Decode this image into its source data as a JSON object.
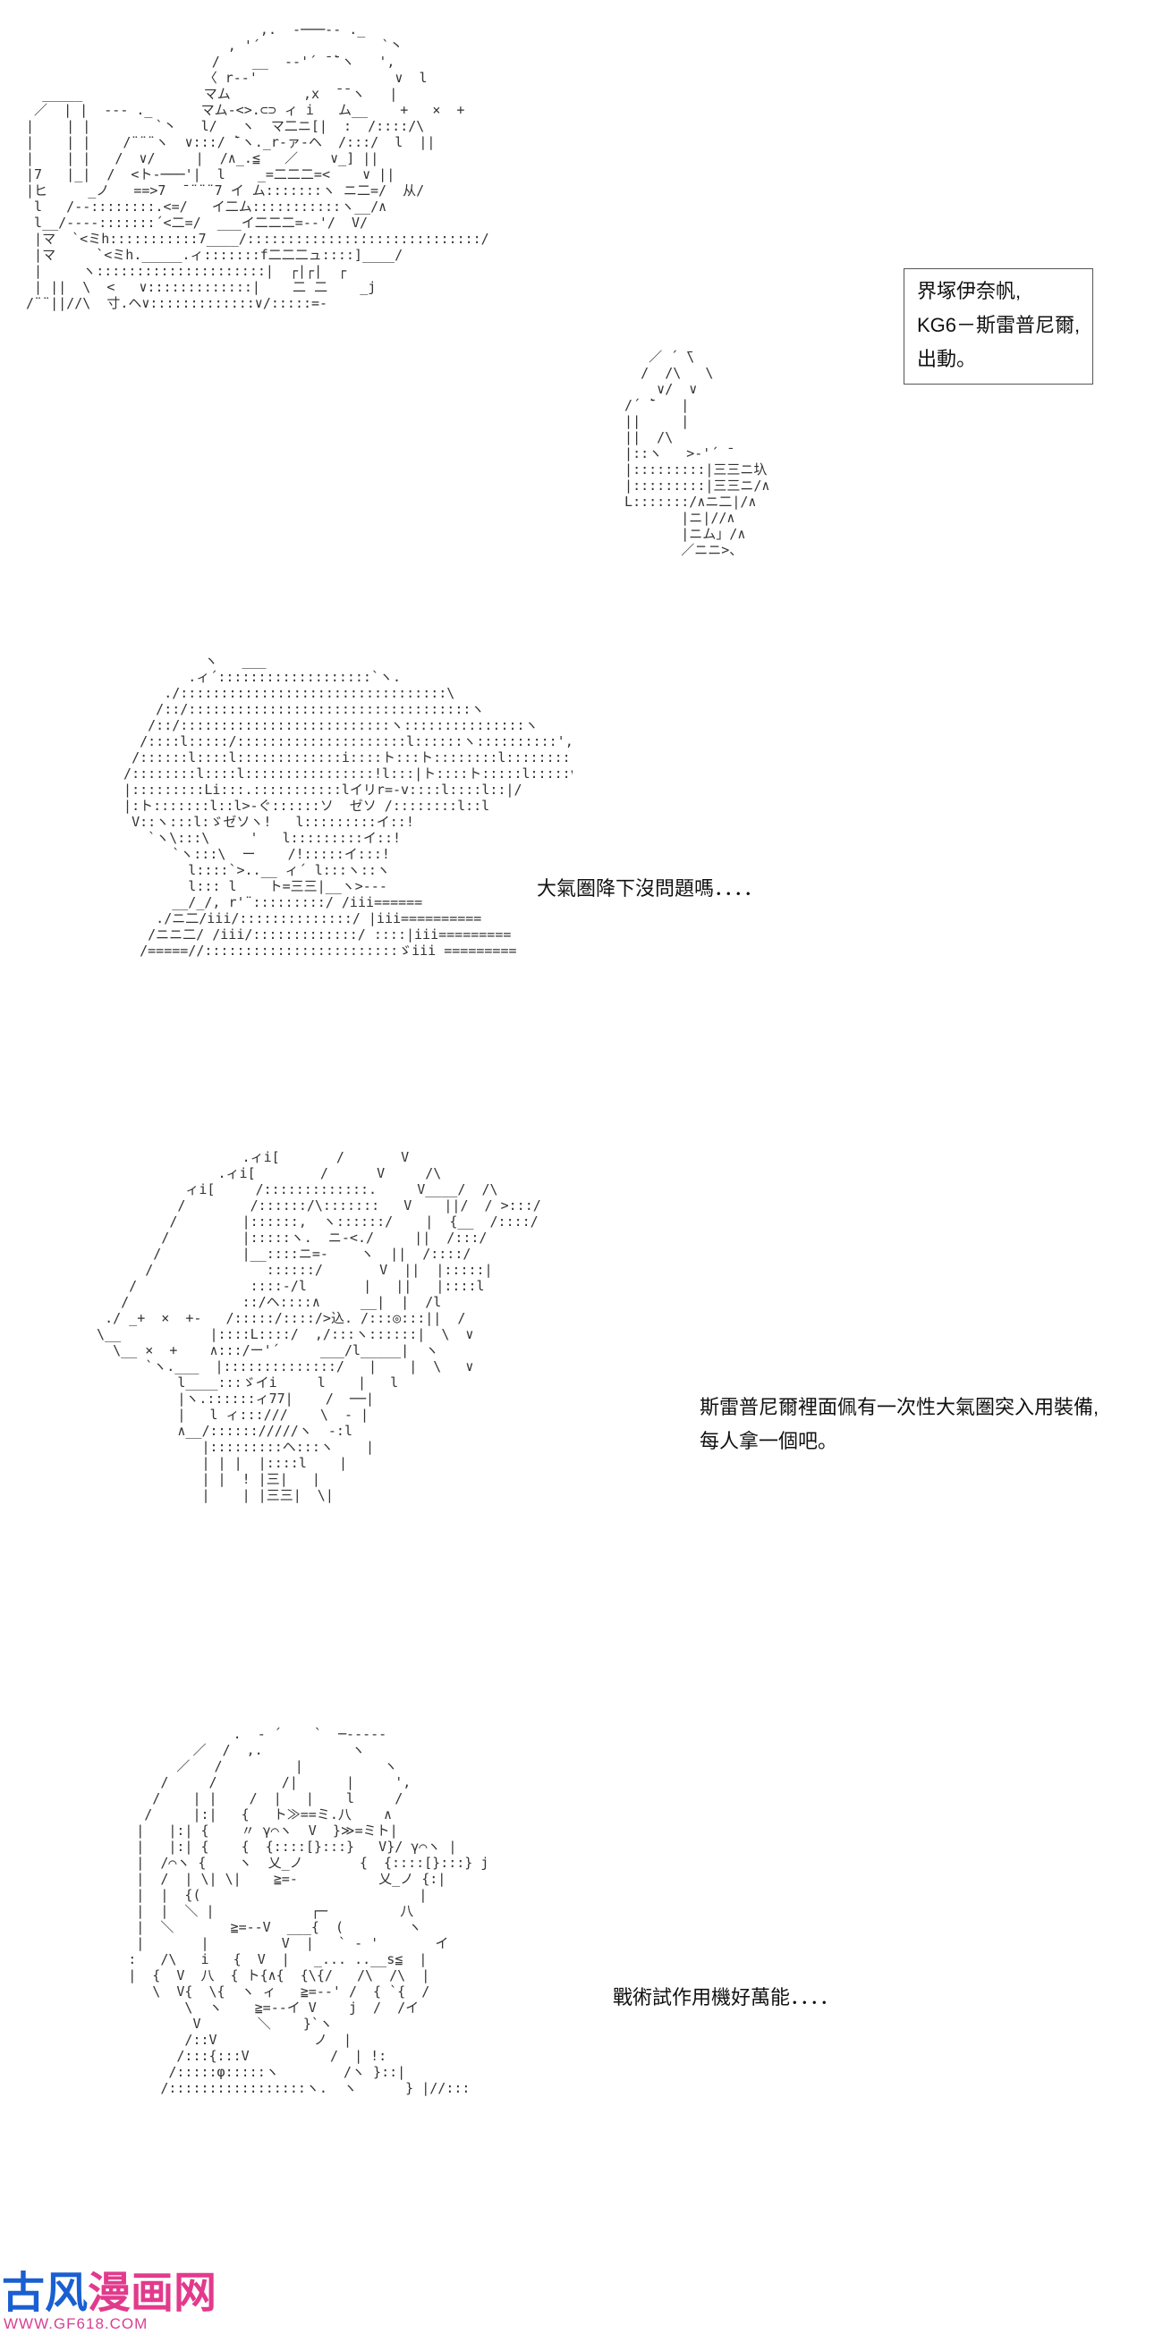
{
  "panels": [
    {
      "caption_lines": [
        "界塚伊奈帆,",
        "KG6－斯雷普尼爾,",
        "出動。"
      ],
      "art": "                              ,.  -───‐- ._\n                          , '´               `丶\n                        /    __  -‐'´ ̄ ̄`ヽ   ',\n                       〈 r-‐'                 ∨  l\n   _____               マム         ,x  ̄ ̄ ヽ   |\n  ／  | |  ‐‐- ._      マム-<>.⊂⊃ ィ i   ム__    +   ×  +\n |    | |        `丶   l/   ヽ  マ二ニ[|  :  /::::/\\\n |    | |    /¨¨¨ヽ  ∨:::/ ̄`ヽ._r‐ァ-ヘ  /:::/  l  ||\n |    | |   /  ∨/     |  /∧_.≦   ／    ∨_] ||\n |7   |_|  /  <ト-───'|  l    _=二二二=<    ∨ ||\n |ヒ     _ノ   ==>7  ̄ ¨¨¨7 イ ム:::::::ヽ ニ二=/  从/\n  l   /‐‐::::::::.<=/   イ二ム:::::::::::ヽ__/∧\n  l__/‐‐--:::::::´<二=/  ___イ二二二=-‐'/  V/\n  |マ  `<ミh:::::::::::7____/:::::::::::::::::::::::::::::/\n  |マ     `<ミh._____.ィ:::::::f二二二ュ::::]____/\n  |     ヽ:::::::::::::::::::::|  ┌|┌|  ┌\n  | ||  \\  <   ∨:::::::::::::|    二 二    _j\n /¨¨||//\\  寸.ヘ∨:::::::::::::∨/:::::=‐",
      "art_right": "     ／ ´ ̄\\\n    /  /\\   \\\n      ∨/  ∨\n  /´ ̄`   |\n  ||     |\n  ||  /\\\n  |::ヽ   >‐'´ ̄\n  |:::::::::|三三ニ圦\n  |:::::::::|三三ニ/∧\n  L:::::::/∧ニ二|/∧\n         |ニ|//∧\n         |ニム」/∧\n         ／ニニ>、"
    },
    {
      "caption": "大氣圏降下沒問題嗎．．．．",
      "art": "            ヽ   ___\n          .ィ´:::::::::::::::::::`ヽ.\n       ./:::::::::::::::::::::::::::::::::\\\n      /::/:::::::::::::::::::::::::::::::::::ヽ\n     /::/::::::::::::::::::::::::::ヽ:::::::::::::::ヽ\n    /::::l:::::/:::::::::::::::::::::l::::::ヽ::::::::::',\n   /::::::l::::l:::::::::::::i::::ト:::ト::::::::l::::::::::!\n  /::::::::l::::l::::::::::::::::!l:::|ト::::ト:::::l:::::v::::l\n  |:::::::::Li:::.:::::::::::lイリr=-v::::l::::l::|/\n  |:ト:::::::l::l>-ぐ::::::ソ  ゼソ /::::::::l::l\n   V::ヽ:::l:ゞゼソヽ!   l:::::::::イ::!\n     `ヽ\\:::\\     '   l:::::::::イ::!\n        `ヽ:::\\  ー    /!:::::イ:::!\n          l::::`>..__ ィ´ l:::ヽ::ヽ\n          l::: l    ト=三三|__ヽ>‐‐-\n        __/_/, r'¨:::::::::/ /iii======\n      ./ニ二/iii/::::::::::::::/ |iii==========\n     /ニニ二/ /iii/:::::::::::::/ ::::|iii=========\n    /=====//::::::::::::::::::::::::ゞiii =========",
      "art_right": ""
    },
    {
      "caption_lines": [
        "斯雷普尼爾裡面佩有一次性大氣圏突入用裝備,",
        "每人拿一個吧。"
      ],
      "art": "                    .ィi[       /       V\n                 .ィi[        /      V     /\\\n             ィi[     /:::::::::::::.     V____/  /\\\n            /        /::::::/\\:::::::   V    ||/  / >:::/\n           /        |::::::,  ヽ::::::/    |  {__  /::::/\n          /         |:::::ヽ.  ニ-<./     ||  /:::/\n         /          |__::::ニ=-    ヽ  ||  /::::/\n        /              ::::::/       V  ||  |:::::|\n      /              ::::-/l       |   ||   |::::l\n     /              ::/ヘ::::∧     __|  |  /l\n   ./ _+  ×  +-   /:::::/::::/>込. /:::◎:::||  /\n  \\__           |::::L::::/  ,/:::ヽ::::::|  \\  ∨\n    \\__ ×  +    ∧:::/ー'´     ___/l_____|  ヽ\n        `ヽ.___  |::::::::::::::/   |    |  \\   ∨\n            l____:::ゞイi     l    |   l\n            |ヽ.::::::ィ77|    /  ──|\n            |   l ィ:::///    \\  ‐ |\n            ∧__/:::::://///ヽ  ‐:l\n               |:::::::::ヘ:::ヽ    |\n               | | |  |::::l    |\n               | |  ! |三|   |\n               |    | |三三|  \\|",
      "art_right": ""
    },
    {
      "caption": "戰術試作用機好萬能．．．．",
      "art": "                    .  ‐ ´    `  ─‐‐‐‐-\n               ／  /  ,.           ヽ\n             ／   /         |          ヽ\n           /     /        /|      |     ',\n          /    | |    /  |   |    l     /\n         /     |:|   {   ト≫==ミ.八    ∧\n        |   |:| {    〃 γ⌒ヽ  V  }≫=ミト|\n        |   |:| {    {  {::::[}:::}   V}/ γ⌒ヽ |\n        |  /⌒ヽ {    ヽ  乂_ノ       {  {::::[}:::} j\n        |  /  | \\| \\|    ≧=-          乂_ノ {:|\n        |  |  {(                           |\n        |  |  ＼ |            ┌─         八\n        |  ＼       ≧=-‐V  ___{  (        ヽ\n        |       |         V  |   ` ‐ '       イ\n       :   /\\   i   {  V  |   _... ..__s≦  |\n       |  {  V  八  { ト{∧{  {\\{/   /\\  /\\  |\n          \\  V{  \\{  ヽ ィ   ≧=-‐' /  { `{  /\n              \\  ヽ    ≧=-‐イ V    j  /  /イ\n               V       ＼    }`ヽ\n              /::V            ノ  |\n             /:::{:::V          /  | !:\n            /:::::φ:::::ヽ        /ヽ }::|\n           /:::::::::::::::::ヽ.  ヽ      } |//:::"
    }
  ],
  "watermark": {
    "part1": "古风",
    "part2": "漫画网",
    "url": "WWW.GF618.COM"
  }
}
